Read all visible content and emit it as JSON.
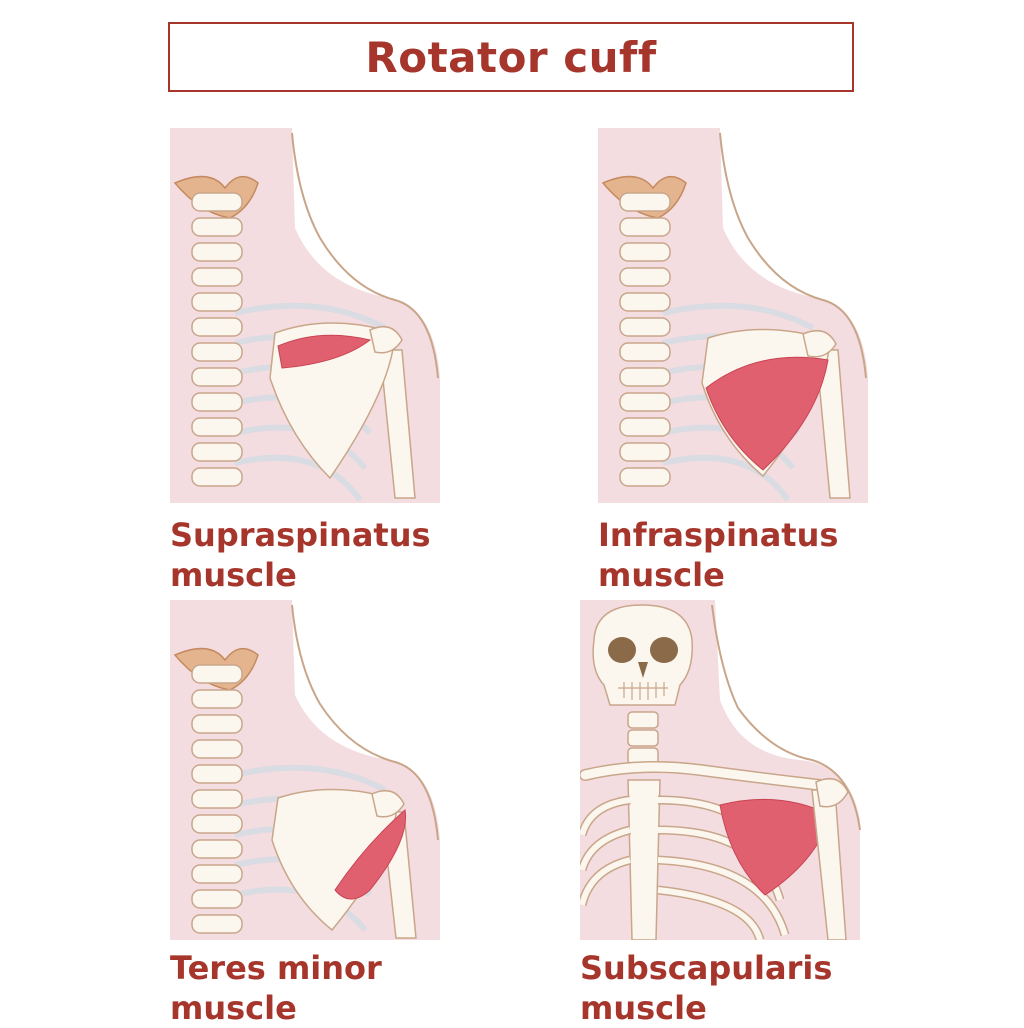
{
  "title": "Rotator cuff",
  "panels": [
    {
      "id": "supraspinatus",
      "line1": "Supraspinatus",
      "line2": "muscle"
    },
    {
      "id": "infraspinatus",
      "line1": "Infraspinatus",
      "line2": "muscle"
    },
    {
      "id": "teres-minor",
      "line1": "Teres minor",
      "line2": "muscle"
    },
    {
      "id": "subscapularis",
      "line1": "Subscapularis",
      "line2": "muscle"
    }
  ],
  "colors": {
    "accent": "#a6362c",
    "skin": "#f4dde0",
    "bone": "#fbf7ef",
    "bone_outline": "#c9a68a",
    "muscle": "#e06070",
    "rib_shadow": "#d9dce2"
  }
}
